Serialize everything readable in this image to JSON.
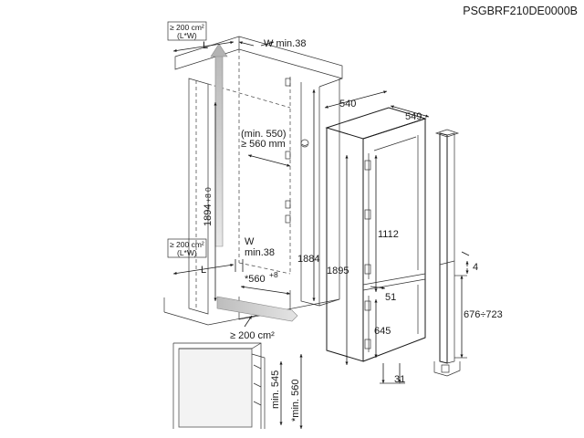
{
  "product_code": "PSGBRF210DE0000B",
  "labels": {
    "vent_top": "≥ 200 cm²",
    "vent_top_sub": "(L*W)",
    "L_top": "L",
    "w_min_top": "W min.38",
    "dim_540": "540",
    "dim_549": "549",
    "min_550": "(min. 550)",
    "min_560": "≥ 560 mm",
    "dim_1894": "1894",
    "dim_1894_tol": "+8 0",
    "vent_mid": "≥ 200 cm²",
    "vent_mid_sub": "(L*W)",
    "w_mid": "W",
    "w_mid_val": "min.38",
    "L_mid": "L",
    "dim_560": "*560",
    "dim_560_tol": "+8",
    "dim_1884": "1884",
    "dim_1895": "1895",
    "dim_1112": "1112",
    "dim_4": "4",
    "dim_51": "51",
    "dim_676_723": "676÷723",
    "dim_645": "645",
    "vent_bottom": "≥ 200 cm²",
    "dim_31": "31",
    "min_545": "min. 545",
    "min_560_star": "*min. 560"
  },
  "colors": {
    "line": "#1a1a1a",
    "arrow_fill": "#cfcfcf",
    "arrow_stroke": "#888888",
    "wall_fill": "#f3f3f3"
  }
}
